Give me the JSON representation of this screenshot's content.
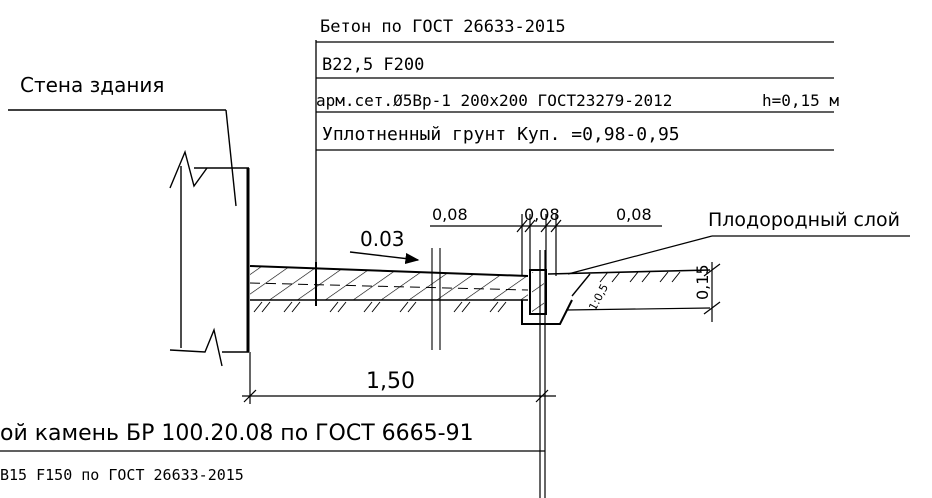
{
  "labels": {
    "concrete_title": "Бетон по ГОСТ 26633-2015",
    "concrete_grade": "В22,5 F200",
    "mesh": "арм.сет.Ø5Вр-1 200х200 ГОСТ23279-2012",
    "mesh_height": "h=0,15 м",
    "soil": "Уплотненный грунт Куп. =0,98-0,95",
    "wall": "Стена здания",
    "fertile_layer": "Плодородный слой",
    "curb_stone": "ой камень БР 100.20.08 по ГОСТ 6665-91",
    "curb_concrete": "В15 F150 по ГОСТ 26633-2015"
  },
  "dimensions": {
    "slope": "0.03",
    "gap_left": "0,08",
    "gap_mid": "0,08",
    "gap_right": "0,08",
    "width": "1,50",
    "depth": "0,15",
    "embankment_slope": "1:0,5"
  },
  "colors": {
    "line": "#000000",
    "background": "#ffffff"
  }
}
